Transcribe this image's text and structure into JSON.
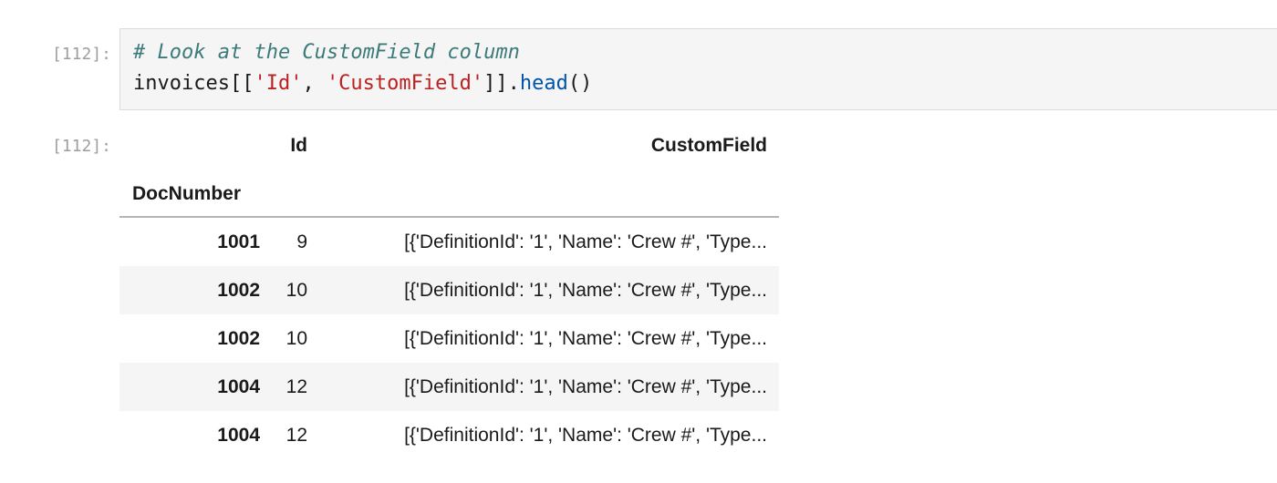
{
  "cell": {
    "input_prompt": "[112]:",
    "output_prompt": "[112]:",
    "code": {
      "line1_comment": "# Look at the CustomField column",
      "line2_var": "invoices[[",
      "line2_str1": "'Id'",
      "line2_sep": ", ",
      "line2_str2": "'CustomField'",
      "line2_close": "]].",
      "line2_call": "head",
      "line2_parens": "()"
    }
  },
  "output_table": {
    "columns": [
      "Id",
      "CustomField"
    ],
    "index_name": "DocNumber",
    "rows": [
      {
        "index": "1001",
        "id": "9",
        "custom_field": "[{'DefinitionId': '1', 'Name': 'Crew #', 'Type..."
      },
      {
        "index": "1002",
        "id": "10",
        "custom_field": "[{'DefinitionId': '1', 'Name': 'Crew #', 'Type..."
      },
      {
        "index": "1002",
        "id": "10",
        "custom_field": "[{'DefinitionId': '1', 'Name': 'Crew #', 'Type..."
      },
      {
        "index": "1004",
        "id": "12",
        "custom_field": "[{'DefinitionId': '1', 'Name': 'Crew #', 'Type..."
      },
      {
        "index": "1004",
        "id": "12",
        "custom_field": "[{'DefinitionId': '1', 'Name': 'Crew #', 'Type..."
      }
    ]
  }
}
